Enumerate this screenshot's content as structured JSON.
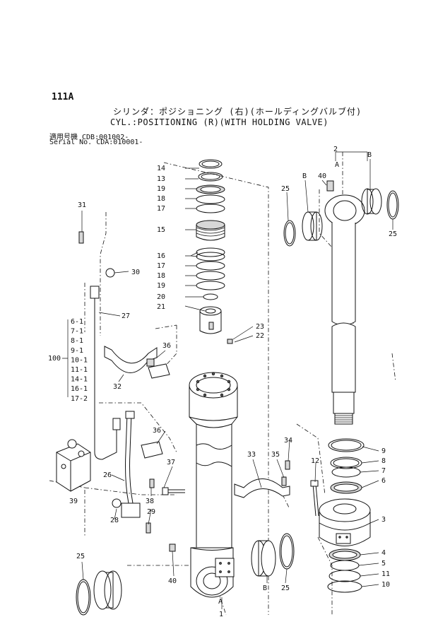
{
  "header": {
    "page_code": "111A",
    "title_jp": "シリンダ：ポジショニング (右)(ホールディングバルブ付)",
    "title_en": "CYL.:POSITIONING (R)(WITH HOLDING VALVE)",
    "serial_line_1": "適用号機  CDB:001002-",
    "serial_line_2": "Serial No. CDA:010001-"
  },
  "callouts": {
    "n1": "1",
    "n2": "2",
    "n3": "3",
    "n4": "4",
    "n5": "5",
    "n6": "6",
    "n7": "7",
    "n8": "8",
    "n9": "9",
    "n10": "10",
    "n11": "11",
    "n12": "12",
    "n13": "13",
    "n14": "14",
    "n15": "15",
    "n16": "16",
    "n17": "17",
    "n18": "18",
    "n19": "19",
    "n20": "20",
    "n21": "21",
    "n22": "22",
    "n23": "23",
    "n25": "25",
    "n26": "26",
    "n27": "27",
    "n28": "28",
    "n29": "29",
    "n30": "30",
    "n31": "31",
    "n32": "32",
    "n33": "33",
    "n34": "34",
    "n35": "35",
    "n36": "36",
    "n37": "37",
    "n38": "38",
    "n39": "39",
    "n40": "40",
    "n100": "100",
    "A": "A",
    "B": "B"
  },
  "kit_list": [
    "6-1",
    "7-1",
    "8-1",
    "9-1",
    "10-1",
    "11-1",
    "14-1",
    "16-1",
    "17-2"
  ]
}
